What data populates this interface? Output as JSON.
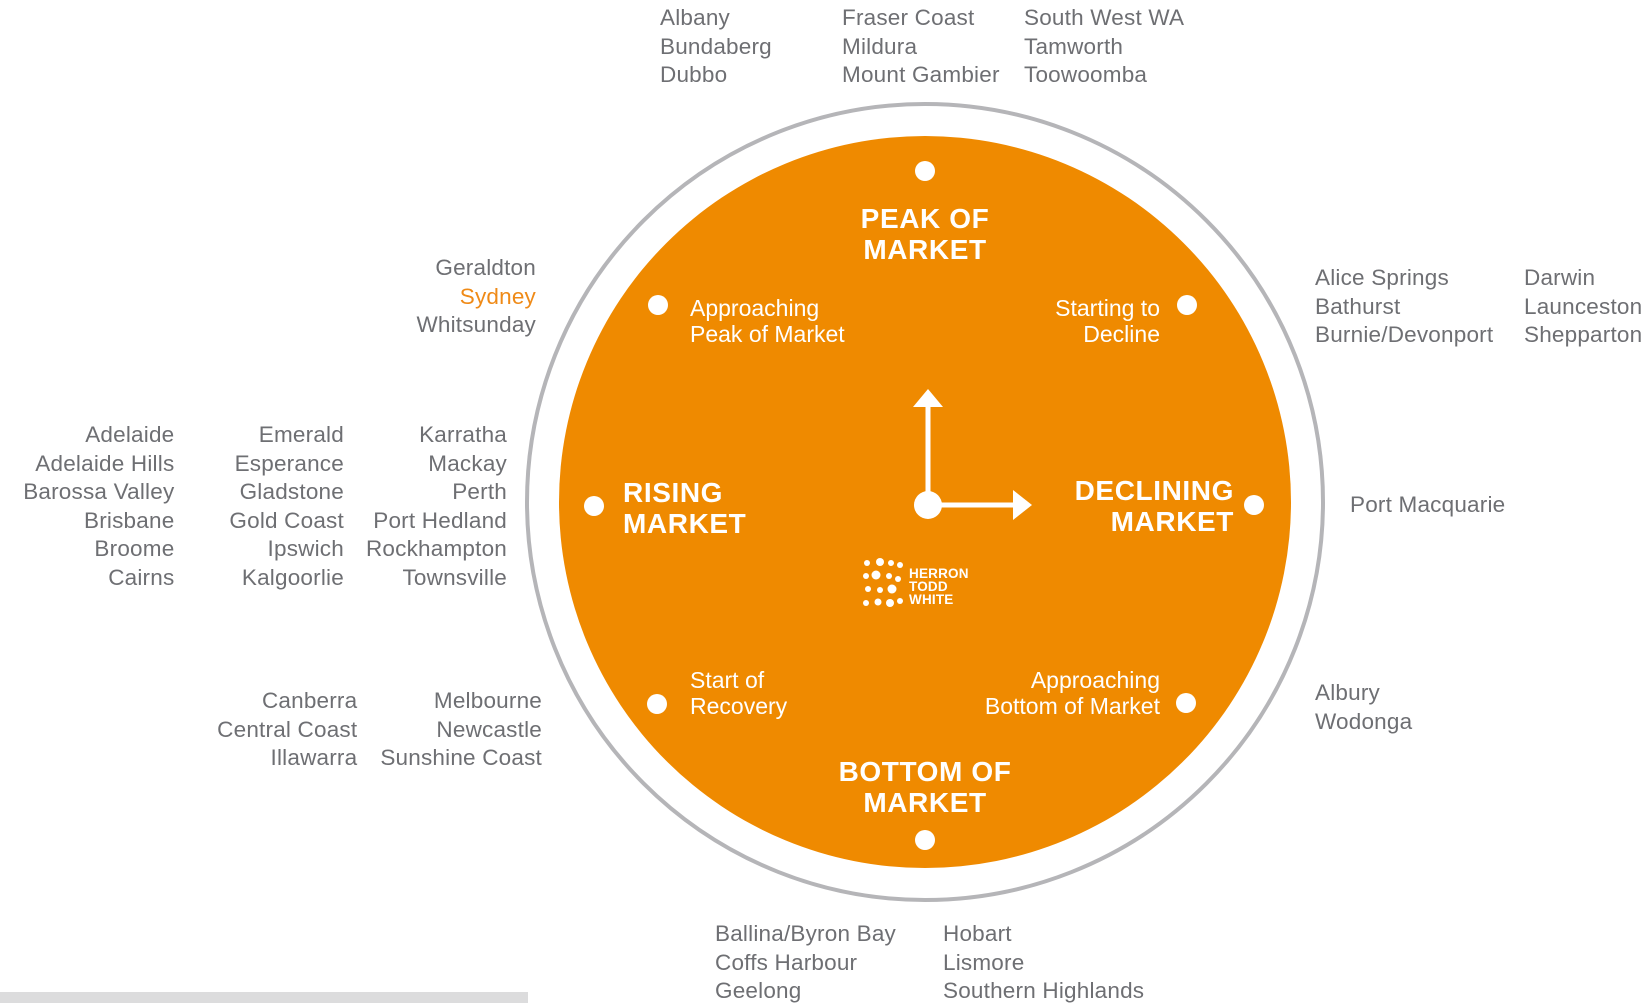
{
  "colors": {
    "orange": "#ef8a00",
    "text_grey": "#6e6f73",
    "ring_grey": "#b5b5b8",
    "highlight": "#ef8a17"
  },
  "clock": {
    "major": {
      "peak": [
        "PEAK OF",
        "MARKET"
      ],
      "declining": [
        "DECLINING",
        "MARKET"
      ],
      "bottom": [
        "BOTTOM OF",
        "MARKET"
      ],
      "rising": [
        "RISING",
        "MARKET"
      ]
    },
    "phases": {
      "approaching_peak": [
        "Approaching",
        "Peak of Market"
      ],
      "starting_decline": [
        "Starting to",
        "Decline"
      ],
      "approaching_bottom": [
        "Approaching",
        "Bottom of Market"
      ],
      "start_recovery": [
        "Start of",
        "Recovery"
      ]
    },
    "logo": [
      "HERRON",
      "TODD",
      "WHITE"
    ],
    "logo_icon": "htw-dot-logo-icon"
  },
  "regions": {
    "peak": {
      "columns": [
        [
          "Albany",
          "Bundaberg",
          "Dubbo"
        ],
        [
          "Fraser Coast",
          "Mildura",
          "Mount Gambier"
        ],
        [
          "South West WA",
          "Tamworth",
          "Toowoomba"
        ]
      ]
    },
    "starting_decline": {
      "columns": [
        [
          "Alice Springs",
          "Bathurst",
          "Burnie/Devonport"
        ],
        [
          "Darwin",
          "Launceston",
          "Shepparton"
        ]
      ]
    },
    "declining": {
      "columns": [
        [
          "Port Macquarie"
        ]
      ]
    },
    "approaching_bottom": {
      "columns": [
        [
          "Albury",
          "Wodonga"
        ]
      ]
    },
    "bottom": {
      "columns": [
        [
          "Ballina/Byron Bay",
          "Coffs Harbour",
          "Geelong"
        ],
        [
          "Hobart",
          "Lismore",
          "Southern Highlands"
        ]
      ]
    },
    "start_recovery": {
      "columns": [
        [
          "Canberra",
          "Central Coast",
          "Illawarra"
        ],
        [
          "Melbourne",
          "Newcastle",
          "Sunshine Coast"
        ]
      ]
    },
    "rising": {
      "columns": [
        [
          "Adelaide",
          "Adelaide Hills",
          "Barossa Valley",
          "Brisbane",
          "Broome",
          "Cairns"
        ],
        [
          "Emerald",
          "Esperance",
          "Gladstone",
          "Gold Coast",
          "Ipswich",
          "Kalgoorlie"
        ],
        [
          "Karratha",
          "Mackay",
          "Perth",
          "Port Hedland",
          "Rockhampton",
          "Townsville"
        ]
      ]
    },
    "approaching_peak": {
      "columns": [
        [
          "Geraldton",
          "Sydney",
          "Whitsunday"
        ]
      ],
      "highlighted": [
        "Sydney"
      ]
    }
  }
}
